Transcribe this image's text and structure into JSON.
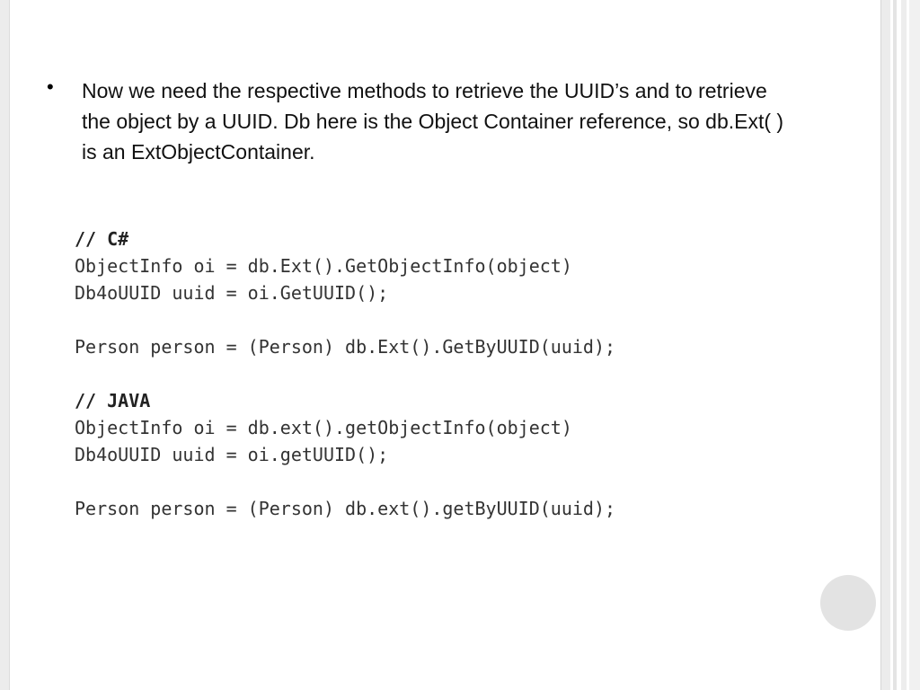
{
  "slide": {
    "bullet_symbol": "•",
    "body_text": "Now we need the respective methods to retrieve the UUID’s and to retrieve the object by a UUID. Db here is the Object Container reference, so db.Ext( ) is an ExtObjectContainer.",
    "code_lines": [
      "// C#",
      "ObjectInfo oi = db.Ext().GetObjectInfo(object)",
      "Db4oUUID uuid = oi.GetUUID();",
      "",
      "Person person = (Person) db.Ext().GetByUUID(uuid);",
      "",
      "// JAVA",
      "ObjectInfo oi = db.ext().getObjectInfo(object)",
      "Db4oUUID uuid = oi.getUUID();",
      "",
      "Person person = (Person) db.ext().getByUUID(uuid);"
    ]
  }
}
